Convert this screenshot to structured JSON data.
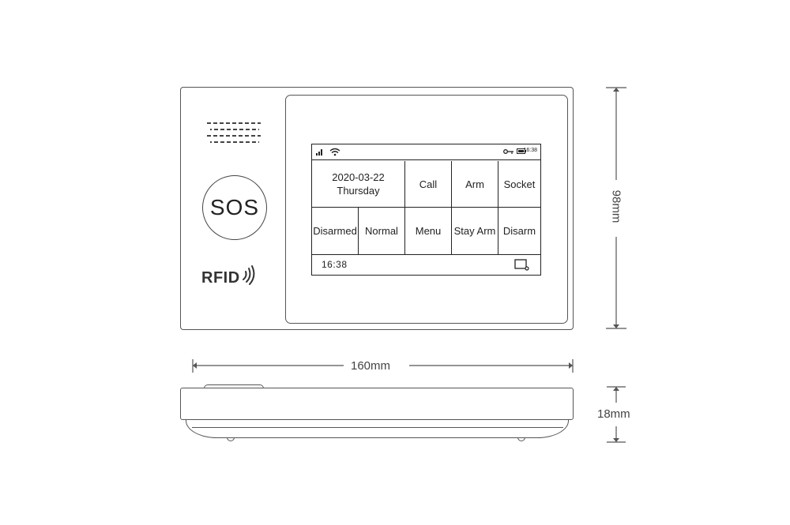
{
  "device": {
    "sos_label": "SOS",
    "rfid_label": "RFID"
  },
  "screen": {
    "status_time": "16:38",
    "tiles": [
      {
        "label": "2020-03-22",
        "sub": "Thursday"
      },
      {
        "label": "Call"
      },
      {
        "label": "Arm"
      },
      {
        "label": "Socket"
      },
      {
        "label": "Disarmed"
      },
      {
        "label": "Normal"
      },
      {
        "label": "Menu"
      },
      {
        "label": "Stay Arm"
      },
      {
        "label": "Disarm"
      }
    ],
    "bottom_time": "16:38"
  },
  "dimensions": {
    "height": "98mm",
    "width": "160mm",
    "depth": "18mm"
  },
  "colors": {
    "line": "#555555",
    "text": "#333333",
    "background": "#ffffff"
  }
}
